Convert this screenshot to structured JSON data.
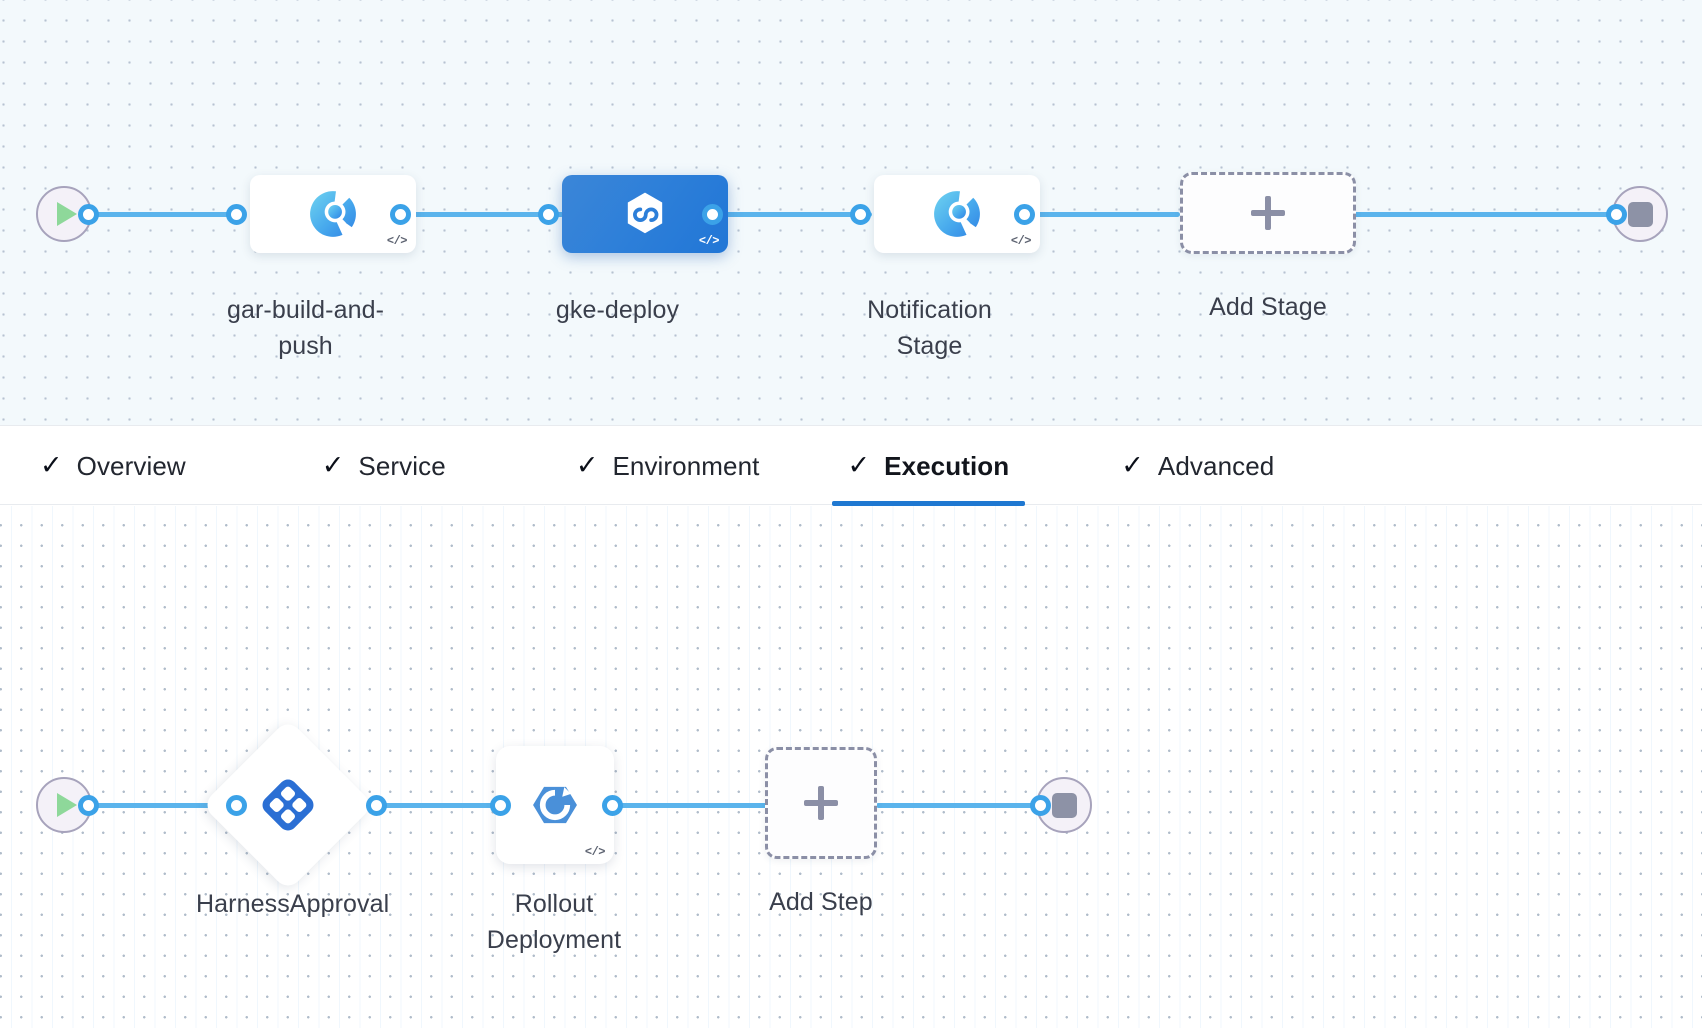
{
  "theme": {
    "accent_blue": "#1f78d1",
    "edge_blue": "#5bb4ec",
    "connector_blue": "#3ba2e8",
    "selected_node_blue": "#2d7fd9",
    "stage_canvas_bg": "#f3f9fc",
    "step_canvas_bg": "#ffffff",
    "dashed_border_gray": "#8b8fa6",
    "terminal_border": "#a7a3bc",
    "play_green": "#8ed89a",
    "stop_gray": "#8d92a6",
    "label_text": "#3a3f4c"
  },
  "stage_graph": {
    "name": "pipeline-stage-graph",
    "start_node": {
      "icon": "play-icon",
      "label": ""
    },
    "end_node": {
      "icon": "stop-icon",
      "label": ""
    },
    "nodes": [
      {
        "id": "gar-build-and-push",
        "label": "gar-build-and-push",
        "icon": "harness-ci-icon",
        "selected": false,
        "code_badge": "</>"
      },
      {
        "id": "gke-deploy",
        "label": "gke-deploy",
        "icon": "harness-cd-hexagon-icon",
        "selected": true,
        "code_badge": "</>"
      },
      {
        "id": "notification-stage",
        "label": "Notification Stage",
        "icon": "harness-ci-icon",
        "selected": false,
        "code_badge": "</>"
      }
    ],
    "add_node": {
      "label": "Add Stage",
      "icon": "plus-icon"
    }
  },
  "tabs": {
    "name": "stage-config-tabs",
    "items": [
      {
        "id": "overview",
        "label": "Overview",
        "check": "✓",
        "completed": true,
        "active": false
      },
      {
        "id": "service",
        "label": "Service",
        "check": "✓",
        "completed": true,
        "active": false
      },
      {
        "id": "environment",
        "label": "Environment",
        "check": "✓",
        "completed": true,
        "active": false
      },
      {
        "id": "execution",
        "label": "Execution",
        "check": "✓",
        "completed": true,
        "active": true
      },
      {
        "id": "advanced",
        "label": "Advanced",
        "check": "✓",
        "completed": true,
        "active": false
      }
    ]
  },
  "step_graph": {
    "name": "execution-step-graph",
    "start_node": {
      "icon": "play-icon",
      "label": ""
    },
    "end_node": {
      "icon": "stop-icon",
      "label": ""
    },
    "nodes": [
      {
        "id": "harness-approval",
        "label": "HarnessApproval",
        "icon": "harness-approval-icon",
        "shape": "diamond",
        "code_badge": ""
      },
      {
        "id": "rollout-deployment",
        "label": "Rollout Deployment",
        "icon": "k8s-rolling-update-icon",
        "shape": "square",
        "code_badge": "</>"
      }
    ],
    "add_node": {
      "label": "Add Step",
      "icon": "plus-icon"
    }
  }
}
